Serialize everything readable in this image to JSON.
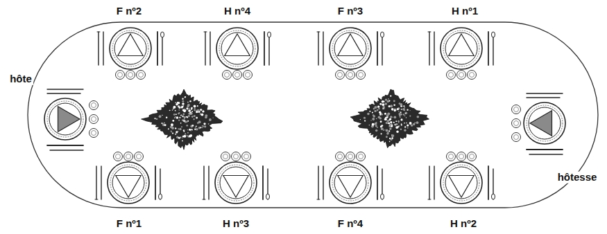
{
  "diagram": {
    "labels": [
      "F nº2",
      "H nº4",
      "F nº3",
      "H nº1",
      "hôte",
      "hôtesse",
      "F nº1",
      "H nº3",
      "F nº4",
      "H nº2"
    ]
  }
}
